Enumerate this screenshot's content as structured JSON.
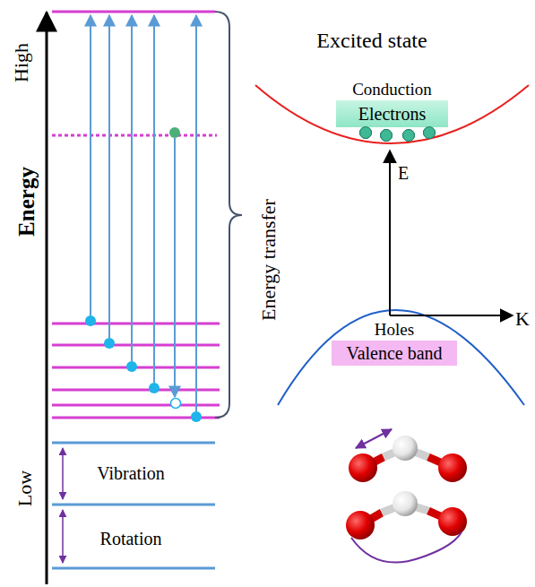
{
  "diagram": {
    "nodes": [
      {
        "text": [
          "Conduction",
          "Electrons"
        ]
      },
      {
        "text": [
          "Holes",
          "Valence band"
        ]
      }
    ],
    "labels": [
      "High",
      "Energy",
      "Low",
      "Vibration",
      "Rotation",
      "Excited state",
      "Energy transfer",
      "E",
      "K"
    ]
  }
}
